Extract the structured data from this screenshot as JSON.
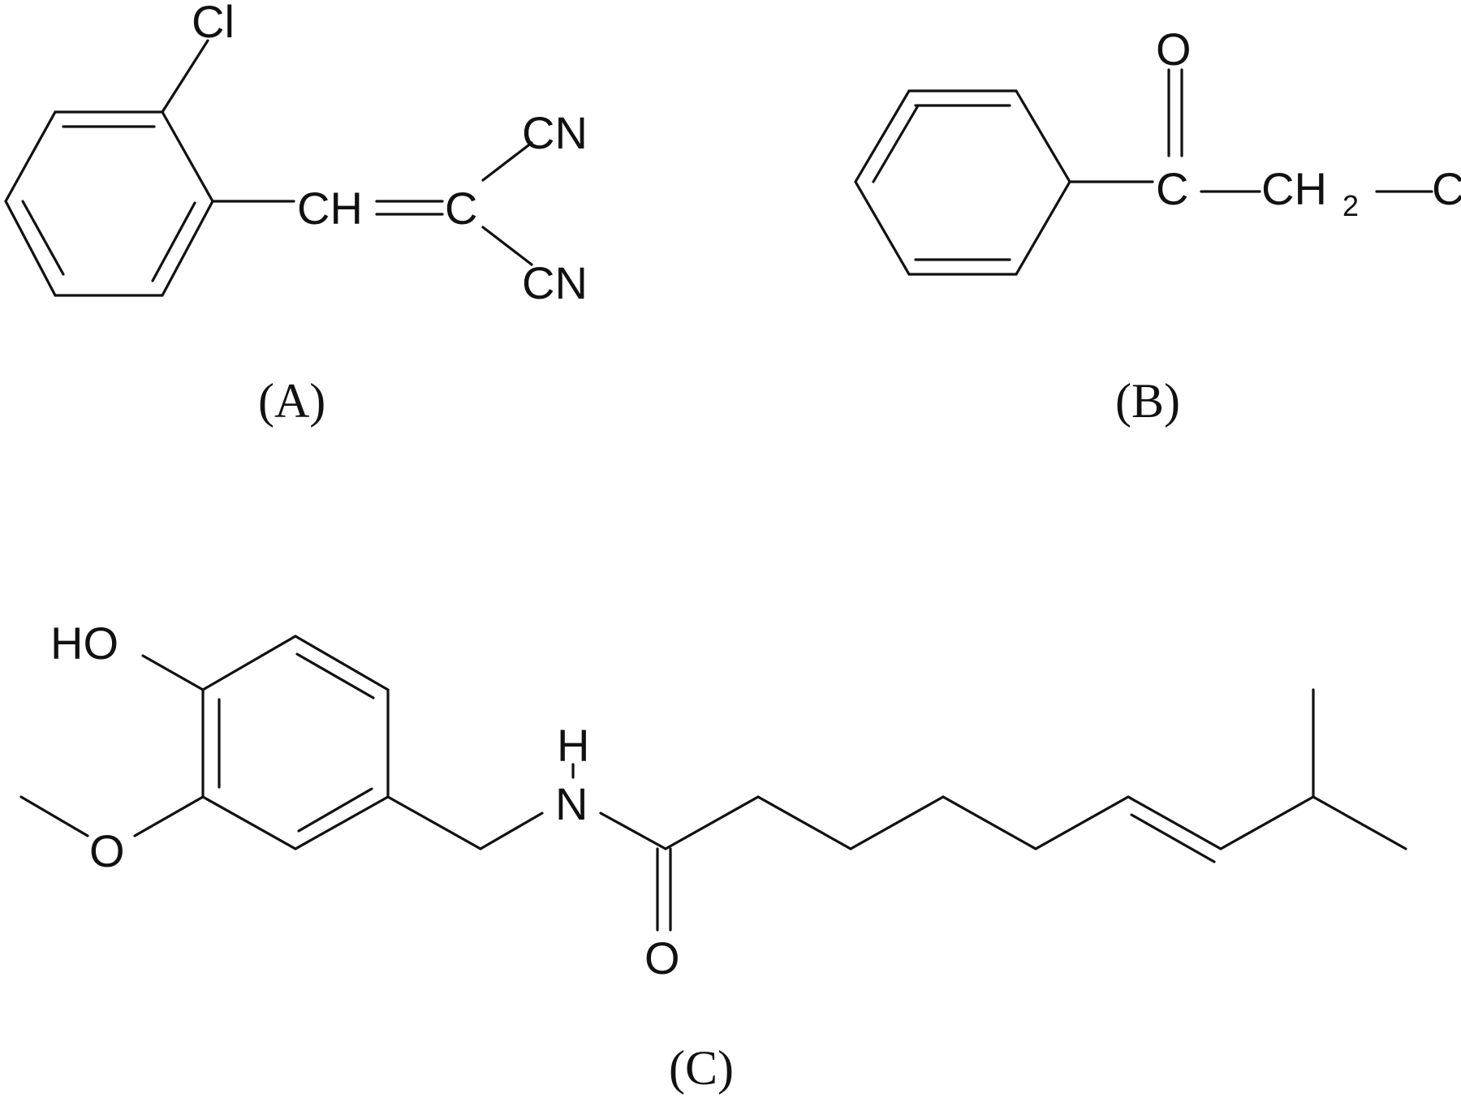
{
  "molecules": {
    "a": {
      "caption": "(A)",
      "labels": {
        "cl": "Cl",
        "ch": "CH",
        "c": "C",
        "cn1": "CN",
        "cn2": "CN"
      }
    },
    "b": {
      "caption": "(B)",
      "labels": {
        "o": "O",
        "c": "C",
        "ch2": "CH",
        "sub2": "2",
        "cl": "Cl"
      }
    },
    "c": {
      "caption": "(C)",
      "labels": {
        "ho": "HO",
        "ome_o": "O",
        "nh_h": "H",
        "nh_n": "N",
        "co_o": "O"
      }
    }
  },
  "colors": {
    "ink": "#111111",
    "background": "#ffffff"
  }
}
